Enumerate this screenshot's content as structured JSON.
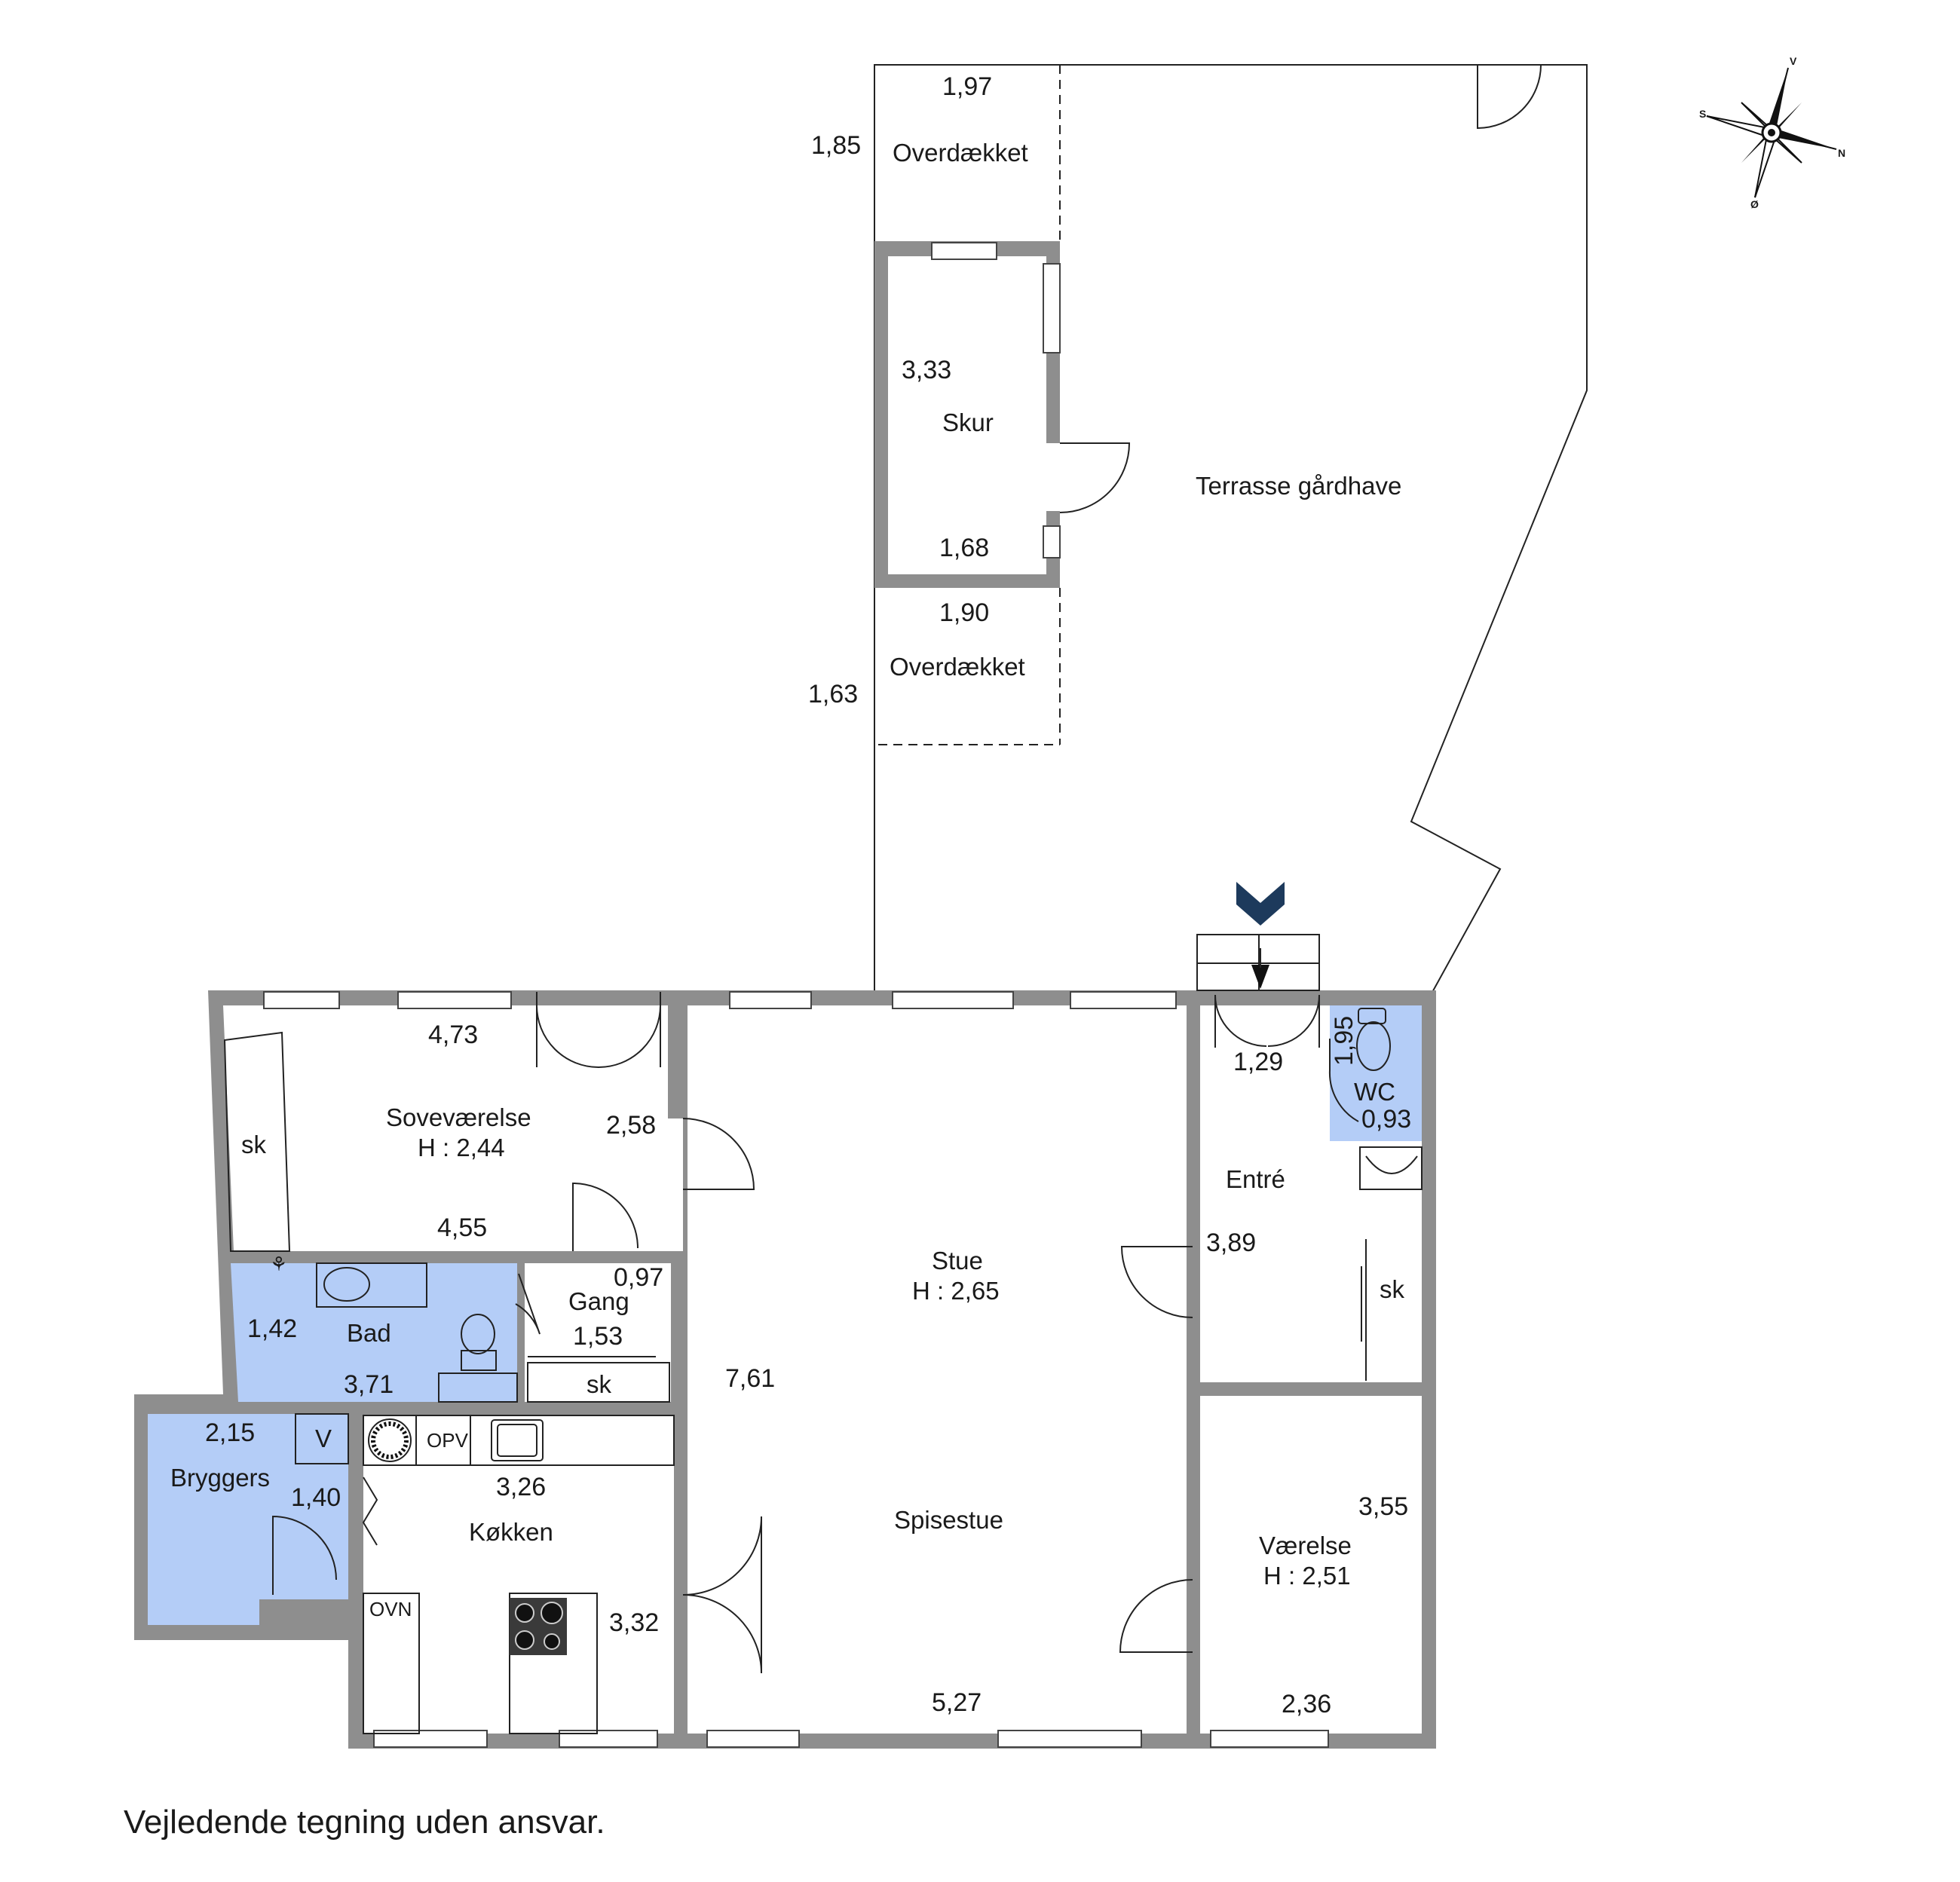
{
  "rooms": {
    "overdaekket_top": "Overdækket",
    "skur": "Skur",
    "overdaekket_bottom": "Overdækket",
    "terrasse": "Terrasse gårdhave",
    "sovevaerelse": "Soveværelse",
    "sovevaerelse_height": "H : 2,44",
    "sk_bedroom": "sk",
    "bad": "Bad",
    "gang": "Gang",
    "sk_gang": "sk",
    "stue": "Stue",
    "stue_height": "H : 2,65",
    "spisestue": "Spisestue",
    "entre": "Entré",
    "wc": "WC",
    "sk_entre": "sk",
    "vaerelse": "Værelse",
    "vaerelse_height": "H : 2,51",
    "bryggers": "Bryggers",
    "koekken": "Køkken"
  },
  "appliances": {
    "v": "V",
    "opv": "OPV",
    "ovn": "OVN"
  },
  "dimensions": {
    "overdaekket_top_w": "1,97",
    "overdaekket_top_h": "1,85",
    "skur_h": "3,33",
    "skur_w": "1,68",
    "overdaekket_bottom_w": "1,90",
    "overdaekket_bottom_h": "1,63",
    "sovevaerelse_top": "4,73",
    "sovevaerelse_side": "2,58",
    "sovevaerelse_bottom": "4,55",
    "gang_w": "0,97",
    "gang_h": "1,53",
    "bad_h": "1,42",
    "bad_w": "3,71",
    "stue_h": "7,61",
    "stue_bottom": "5,27",
    "entre_w": "1,29",
    "wc_h": "1,95",
    "wc_w": "0,93",
    "entre_h": "3,89",
    "vaerelse_h": "3,55",
    "vaerelse_w": "2,36",
    "bryggers_w": "2,15",
    "bryggers_h": "1,40",
    "koekken_w": "3,26",
    "koekken_h": "3,32"
  },
  "compass": {
    "n": "N",
    "s": "S",
    "v": "V",
    "o": "Ø"
  },
  "footer": {
    "disclaimer": "Vejledende tegning uden ansvar."
  },
  "colors": {
    "wall": "#8e8e8e",
    "wet_room": "#b4cdf7",
    "entrance_marker": "#1d3a5c"
  }
}
